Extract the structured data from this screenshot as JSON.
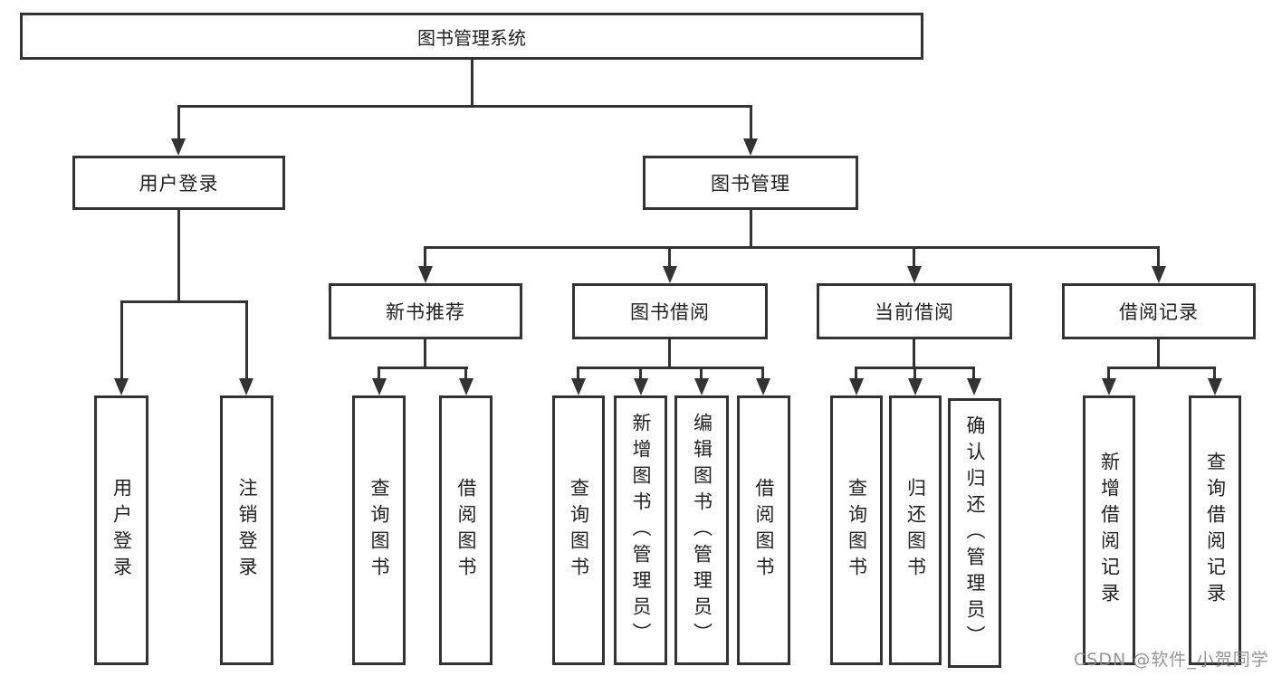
{
  "nodes": {
    "root": {
      "label": "图书管理系统"
    },
    "userLogin": {
      "label": "用户登录"
    },
    "bookMgmt": {
      "label": "图书管理"
    },
    "newBooks": {
      "label": "新书推荐"
    },
    "bookBorrow": {
      "label": "图书借阅"
    },
    "currentBorrow": {
      "label": "当前借阅"
    },
    "borrowRecords": {
      "label": "借阅记录"
    },
    "leafLogin": {
      "label": "用户登录"
    },
    "leafLogout": {
      "label": "注销登录"
    },
    "nbQuery": {
      "label": "查询图书"
    },
    "nbBorrow": {
      "label": "借阅图书"
    },
    "bbQuery": {
      "label": "查询图书"
    },
    "bbAdd": {
      "label": "新增图书（管理员）"
    },
    "bbEdit": {
      "label": "编辑图书（管理员）"
    },
    "bbBorrow": {
      "label": "借阅图书"
    },
    "cbQuery": {
      "label": "查询图书"
    },
    "cbReturn": {
      "label": "归还图书"
    },
    "cbConfirm": {
      "label": "确认归还（管理员）"
    },
    "brAdd": {
      "label": "新增借阅记录"
    },
    "brQuery": {
      "label": "查询借阅记录"
    }
  },
  "hierarchy": {
    "root": [
      "userLogin",
      "bookMgmt"
    ],
    "userLogin": [
      "leafLogin",
      "leafLogout"
    ],
    "bookMgmt": [
      "newBooks",
      "bookBorrow",
      "currentBorrow",
      "borrowRecords"
    ],
    "newBooks": [
      "nbQuery",
      "nbBorrow"
    ],
    "bookBorrow": [
      "bbQuery",
      "bbAdd",
      "bbEdit",
      "bbBorrow"
    ],
    "currentBorrow": [
      "cbQuery",
      "cbReturn",
      "cbConfirm"
    ],
    "borrowRecords": [
      "brAdd",
      "brQuery"
    ]
  },
  "watermark": "CSDN @软件_小贺同学",
  "colors": {
    "line": "#333333",
    "text": "#222222",
    "watermark": "#8c8c8c",
    "background": "#ffffff"
  }
}
